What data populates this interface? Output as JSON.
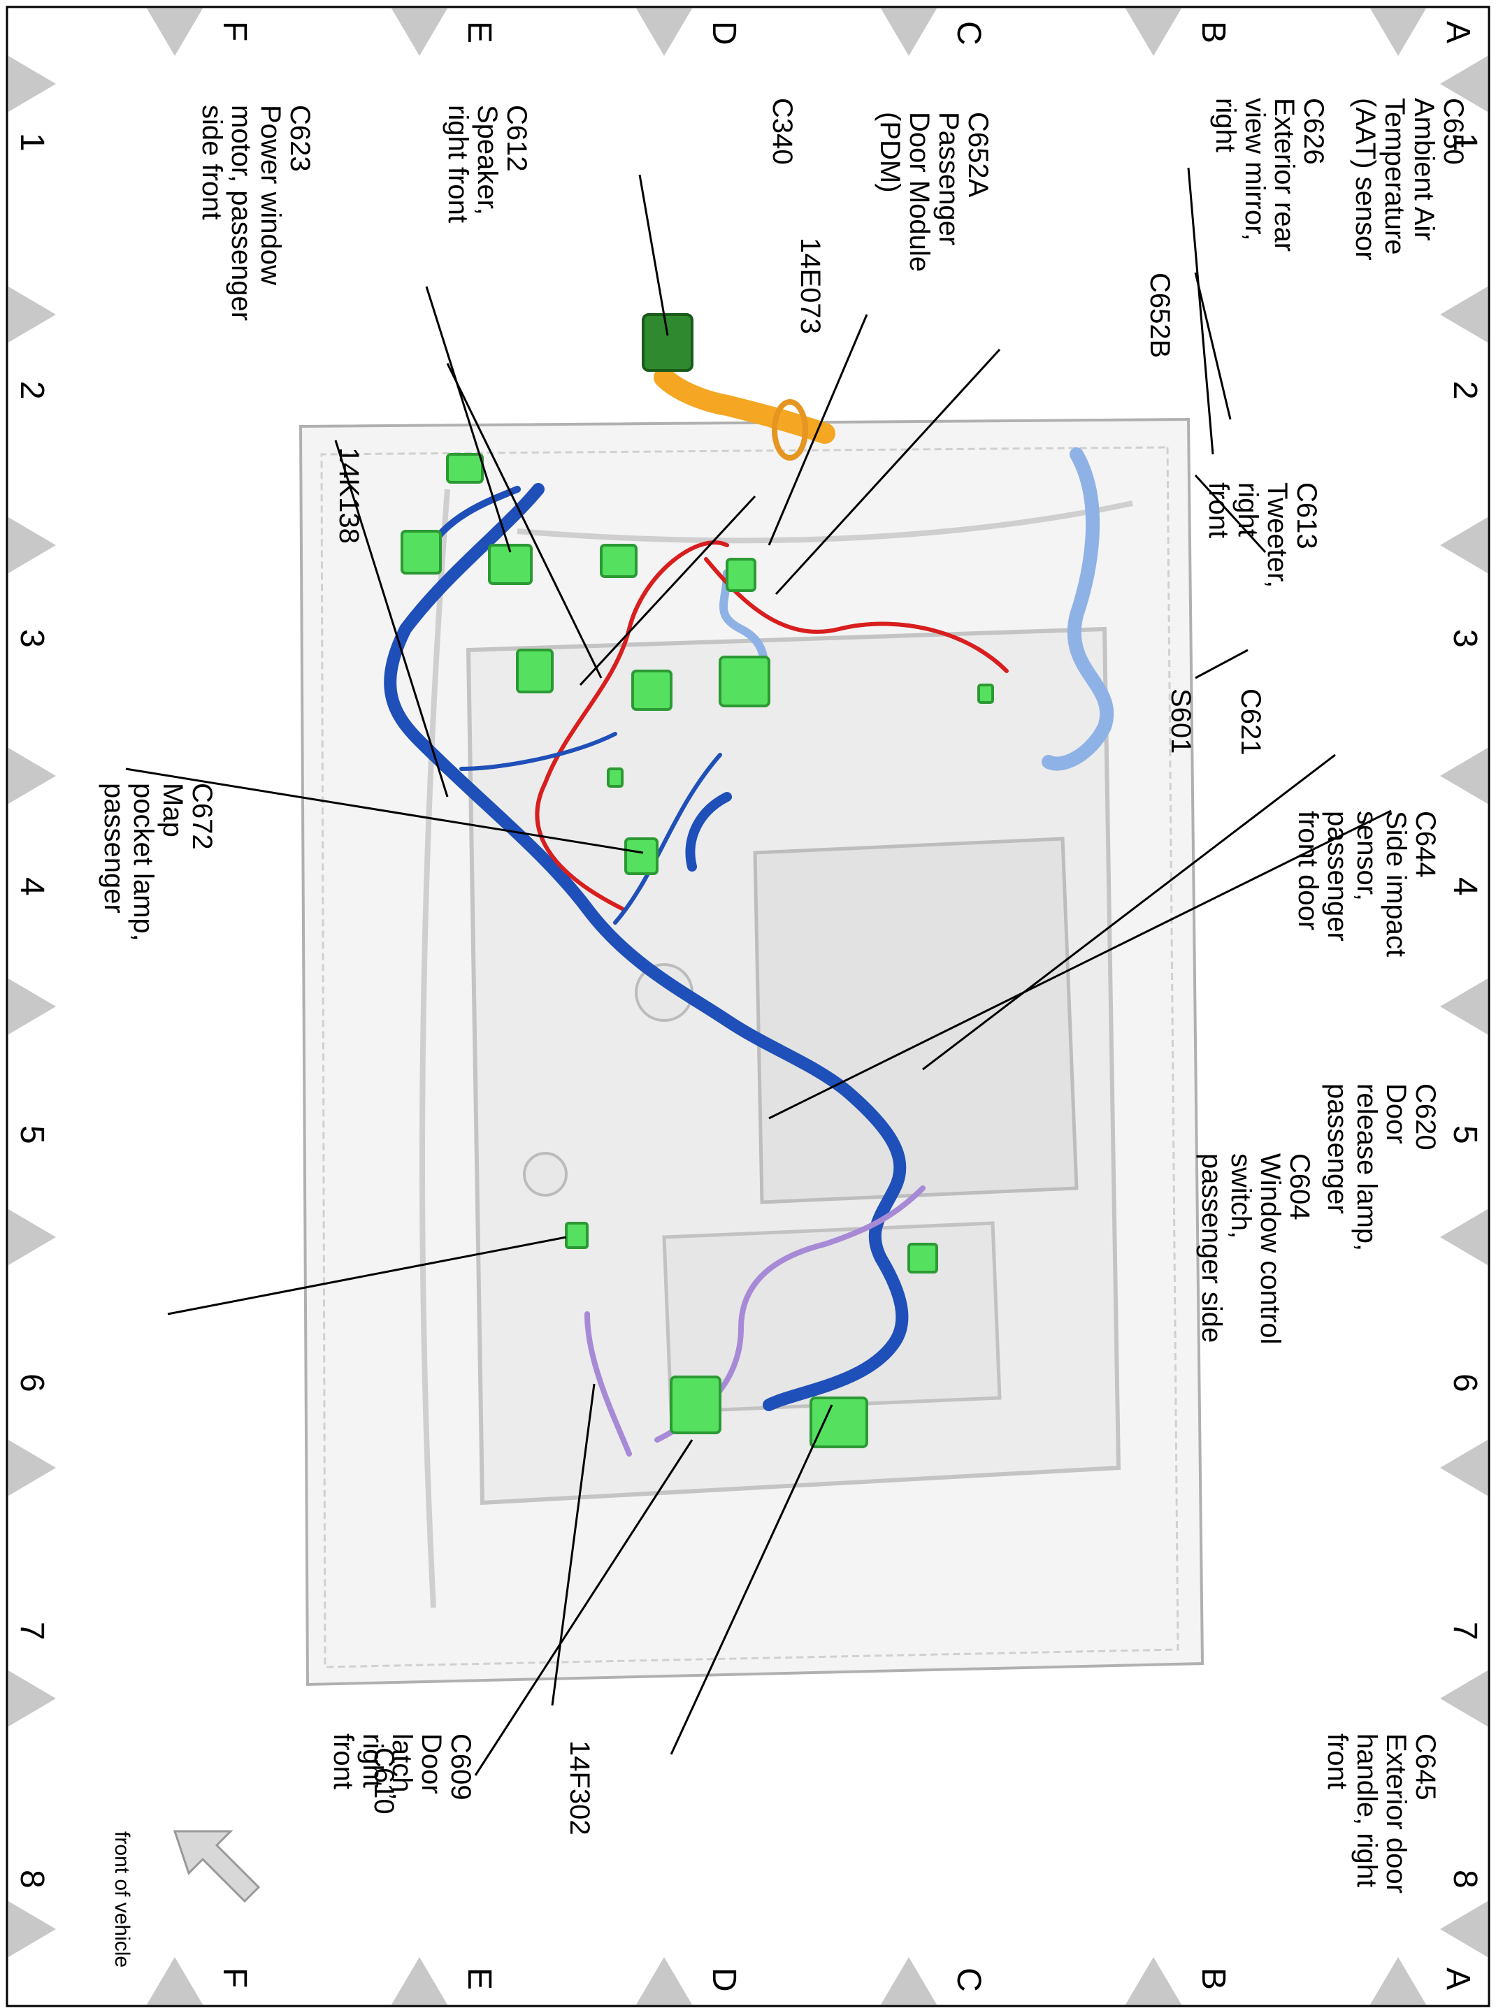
{
  "grid": {
    "numbers": [
      "1",
      "2",
      "3",
      "4",
      "5",
      "6",
      "7",
      "8"
    ],
    "letters": [
      "A",
      "B",
      "C",
      "D",
      "E",
      "F"
    ]
  },
  "labels": {
    "c650": "C650\nAmbient Air\nTemperature\n(AAT) sensor",
    "c626": "C626\nExterior rear\nview mirror,\nright",
    "c613": "C613\nTweeter,\nright\nfront",
    "c621": "C621",
    "s601": "S601",
    "c644": "C644\nSide impact\nsensor,\npassenger\nfront door",
    "c620": "C620\nDoor\nrelease lamp,\npassenger",
    "c604": "C604\nWindow control\nswitch,\npassenger side",
    "c645": "C645\nExterior door\nhandle, right\nfront",
    "c652b": "C652B",
    "c652a": "C652A\nPassenger\nDoor Module\n(PDM)",
    "c340": "C340",
    "e073": "14E073",
    "c612": "C612\nSpeaker,\nright front",
    "c623": "C623\nPower window\nmotor, passenger\nside front",
    "k138": "14K138",
    "c672": "C672\nMap\npocket lamp,\npassenger",
    "f302": "14F302",
    "c610": "C610",
    "c609": "C609\nDoor\nlatch,\nright\nfront"
  },
  "footer": {
    "front_of_vehicle": "front of vehicle"
  },
  "colors": {
    "harness_blue": "#1f4fb8",
    "harness_light_blue": "#8fb2e6",
    "wire_red": "#d81e1e",
    "wire_purple": "#a78ad6",
    "connector_green": "#55e060",
    "harness_orange": "#f5a623",
    "border_triangle": "#c8c8c8"
  }
}
